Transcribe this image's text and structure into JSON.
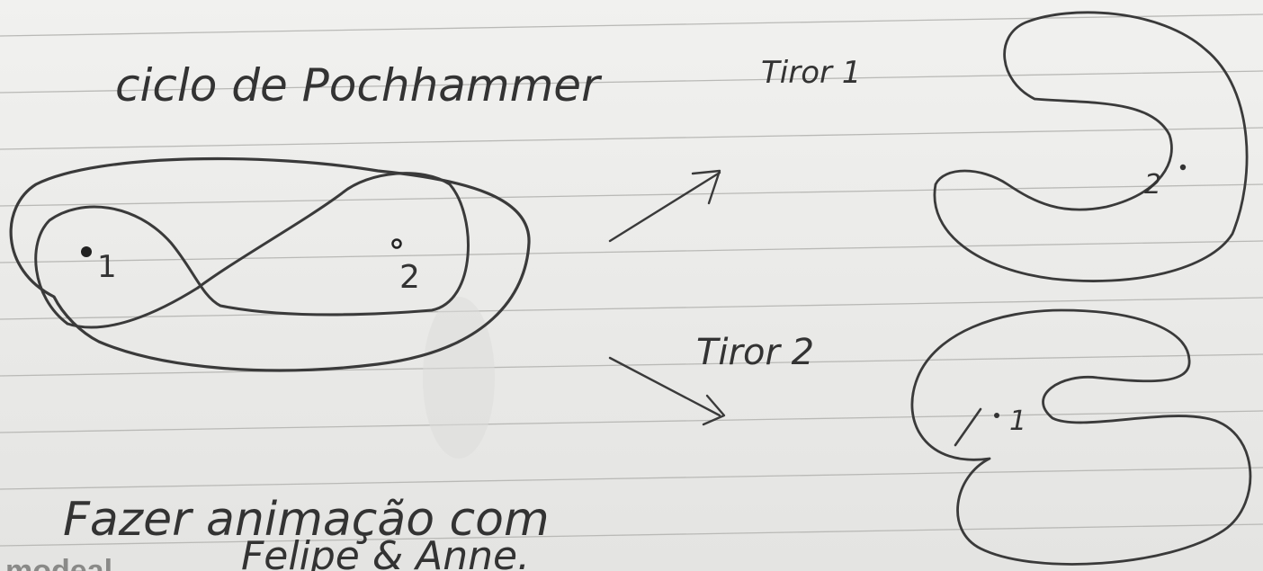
{
  "title": "ciclo de Pochhammer",
  "points": {
    "p1": "1",
    "p2": "2",
    "tiror1_point": "2",
    "tiror2_point": "1"
  },
  "labels": {
    "tiror1": "Tiror 1",
    "tiror2": "Tiror 2"
  },
  "note": {
    "line1": "Fazer animação com",
    "line2": "Felipe & Anne."
  },
  "corner_stamp": "modeal",
  "colors": {
    "paper": "#ececea",
    "rule": "#b9b9b6",
    "ink": "#3a3a3a"
  }
}
